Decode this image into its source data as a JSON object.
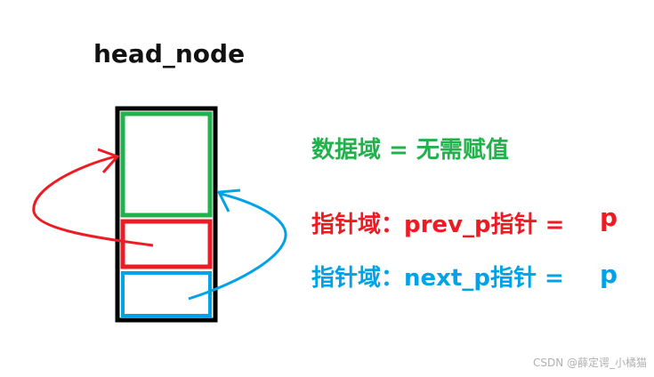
{
  "title": "head_node",
  "fields": {
    "data": {
      "label": "数据域 = 无需赋值",
      "color": "#22b14c"
    },
    "prev": {
      "label": "指针域：prev_p指针 =",
      "value": "p",
      "color": "#ed1c24"
    },
    "next": {
      "label": "指针域：next_p指针 =",
      "value": "p",
      "color": "#00a2e8"
    }
  },
  "node_border_color": "#000000",
  "watermark": "CSDN @薛定谔_小橘猫"
}
